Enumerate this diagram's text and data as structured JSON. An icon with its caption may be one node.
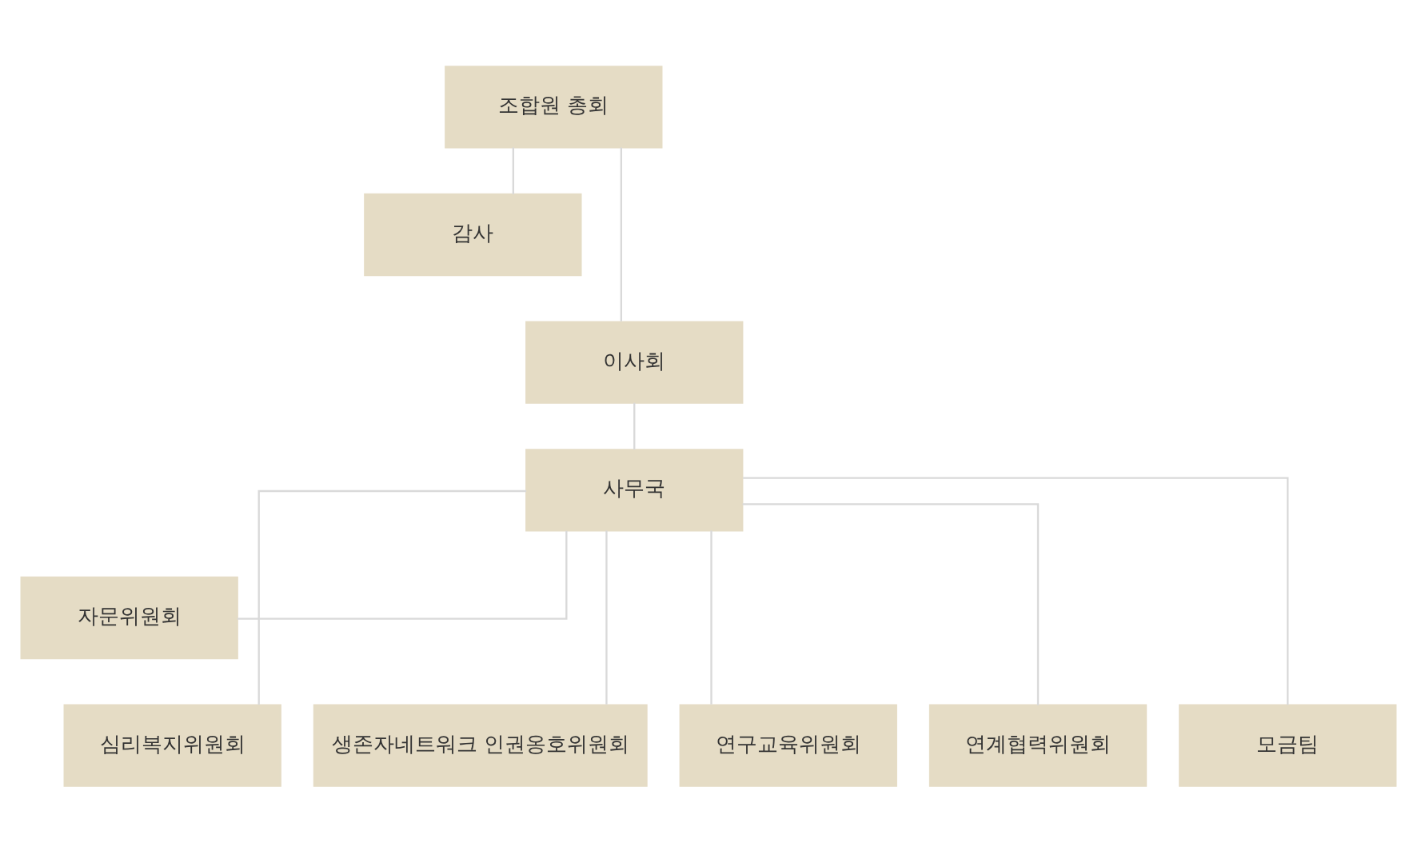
{
  "diagram": {
    "nodes": [
      {
        "text": [
          "조합원 총회"
        ]
      },
      {
        "text": [
          "감사"
        ]
      },
      {
        "text": [
          "이사회"
        ]
      },
      {
        "text": [
          "사무국"
        ]
      },
      {
        "text": [
          "자문위원회"
        ]
      },
      {
        "text": [
          "심리복지위원회"
        ]
      },
      {
        "text": [
          "생존자네트워크 인권옹호위원회"
        ]
      },
      {
        "text": [
          "연구교육위원회"
        ]
      },
      {
        "text": [
          "연계협력위원회"
        ]
      },
      {
        "text": [
          "모금팀"
        ]
      }
    ],
    "edges": [
      {
        "from": 0,
        "to": 1,
        "arrow": "none"
      },
      {
        "from": 0,
        "to": 2,
        "arrow": "none"
      },
      {
        "from": 2,
        "to": 3,
        "arrow": "none"
      },
      {
        "from": 3,
        "to": 4,
        "arrow": "none"
      },
      {
        "from": 3,
        "to": 5,
        "arrow": "none"
      },
      {
        "from": 3,
        "to": 6,
        "arrow": "none"
      },
      {
        "from": 3,
        "to": 7,
        "arrow": "none"
      },
      {
        "from": 3,
        "to": 8,
        "arrow": "none"
      },
      {
        "from": 3,
        "to": 9,
        "arrow": "none"
      }
    ]
  }
}
